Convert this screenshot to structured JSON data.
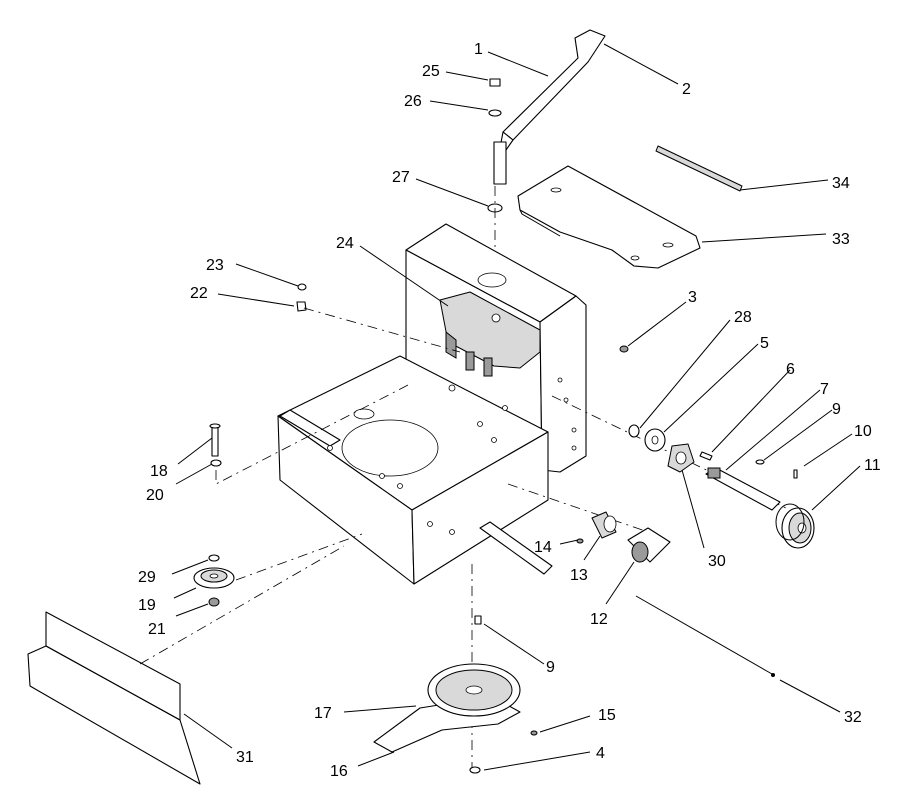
{
  "callouts": [
    {
      "id": "c1",
      "text": "1"
    },
    {
      "id": "c2",
      "text": "2"
    },
    {
      "id": "c3",
      "text": "3"
    },
    {
      "id": "c4",
      "text": "4"
    },
    {
      "id": "c5",
      "text": "5"
    },
    {
      "id": "c6",
      "text": "6"
    },
    {
      "id": "c7",
      "text": "7"
    },
    {
      "id": "c9a",
      "text": "9"
    },
    {
      "id": "c9b",
      "text": "9"
    },
    {
      "id": "c10",
      "text": "10"
    },
    {
      "id": "c11",
      "text": "11"
    },
    {
      "id": "c12",
      "text": "12"
    },
    {
      "id": "c13",
      "text": "13"
    },
    {
      "id": "c14",
      "text": "14"
    },
    {
      "id": "c15",
      "text": "15"
    },
    {
      "id": "c16",
      "text": "16"
    },
    {
      "id": "c17",
      "text": "17"
    },
    {
      "id": "c18",
      "text": "18"
    },
    {
      "id": "c19",
      "text": "19"
    },
    {
      "id": "c20",
      "text": "20"
    },
    {
      "id": "c21",
      "text": "21"
    },
    {
      "id": "c22",
      "text": "22"
    },
    {
      "id": "c23",
      "text": "23"
    },
    {
      "id": "c24",
      "text": "24"
    },
    {
      "id": "c25",
      "text": "25"
    },
    {
      "id": "c26",
      "text": "26"
    },
    {
      "id": "c27",
      "text": "27"
    },
    {
      "id": "c28",
      "text": "28"
    },
    {
      "id": "c29",
      "text": "29"
    },
    {
      "id": "c30",
      "text": "30"
    },
    {
      "id": "c31",
      "text": "31"
    },
    {
      "id": "c32",
      "text": "32"
    },
    {
      "id": "c33",
      "text": "33"
    },
    {
      "id": "c34",
      "text": "34"
    }
  ]
}
